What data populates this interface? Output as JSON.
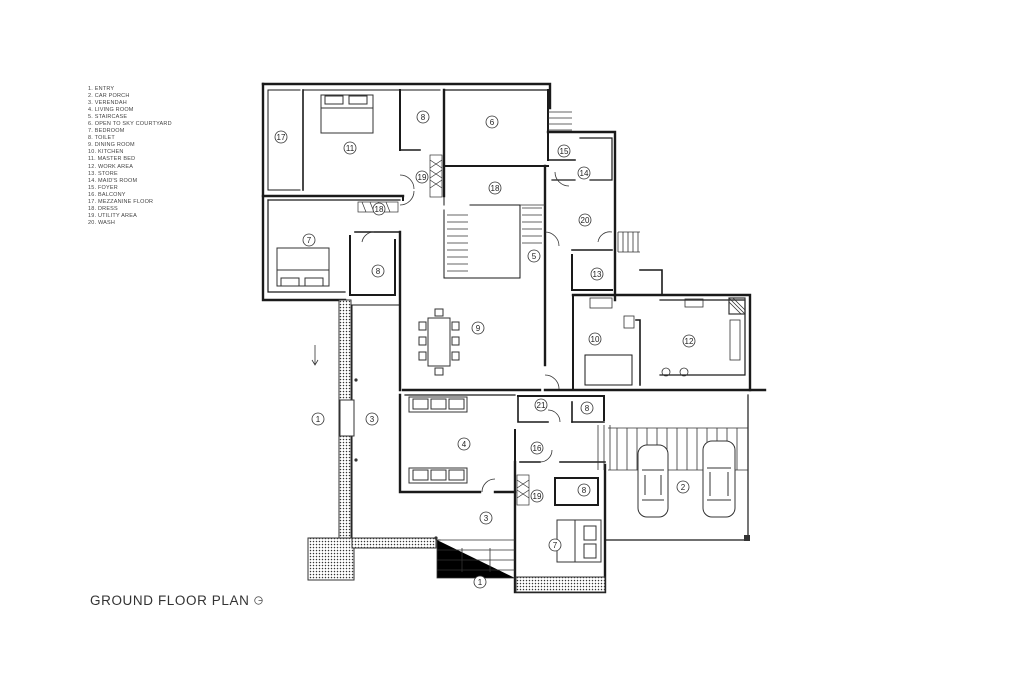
{
  "legend": [
    "1.  ENTRY",
    "2.  CAR PORCH",
    "3.  VERENDAH",
    "4.  LIVING ROOM",
    "5.  STAIRCASE",
    "6.  OPEN TO SKY COURTYARD",
    "7.  BEDROOM",
    "8.  TOILET",
    "9.  DINING ROOM",
    "10. KITCHEN",
    "11. MASTER BED",
    "12. WORK AREA",
    "13. STORE",
    "14. MAID'S ROOM",
    "15. FOYER",
    "16. BALCONY",
    "17. MEZZANINE FLOOR",
    "18. DRESS",
    "19. UTILITY AREA",
    "20. WASH"
  ],
  "title": "GROUND FLOOR PLAN",
  "rooms": [
    {
      "n": "17"
    },
    {
      "n": "11"
    },
    {
      "n": "8"
    },
    {
      "n": "6"
    },
    {
      "n": "15"
    },
    {
      "n": "14"
    },
    {
      "n": "19"
    },
    {
      "n": "18"
    },
    {
      "n": "18"
    },
    {
      "n": "20"
    },
    {
      "n": "7"
    },
    {
      "n": "8"
    },
    {
      "n": "5"
    },
    {
      "n": "13"
    },
    {
      "n": "9"
    },
    {
      "n": "10"
    },
    {
      "n": "12"
    },
    {
      "n": "21"
    },
    {
      "n": "8"
    },
    {
      "n": "1"
    },
    {
      "n": "3"
    },
    {
      "n": "4"
    },
    {
      "n": "16"
    },
    {
      "n": "8"
    },
    {
      "n": "19"
    },
    {
      "n": "2"
    },
    {
      "n": "3"
    },
    {
      "n": "7"
    },
    {
      "n": "1"
    }
  ]
}
